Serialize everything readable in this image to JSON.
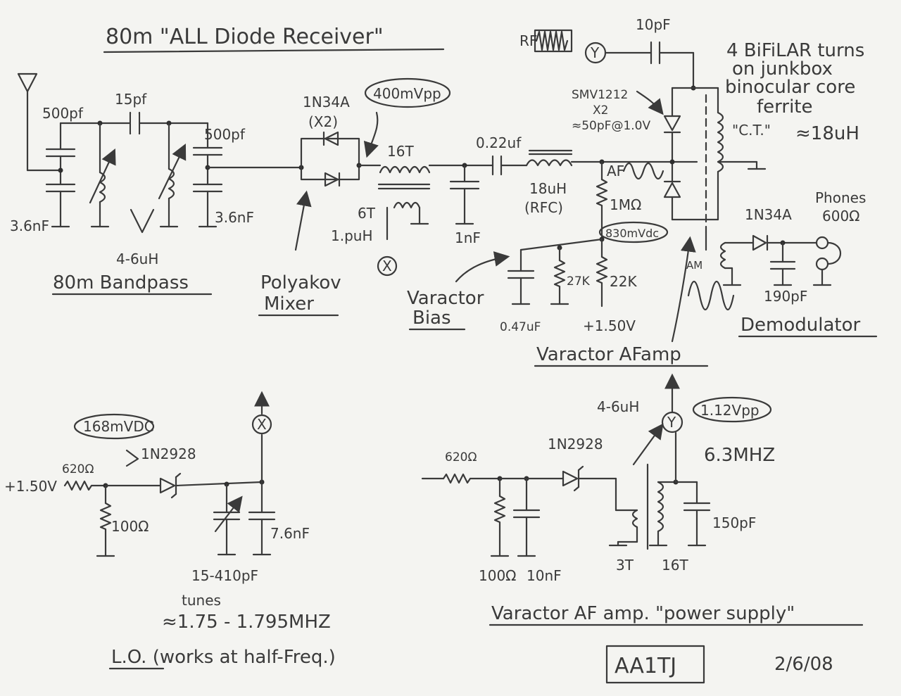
{
  "title": "80m \"ALL Diode Receiver\"",
  "callsign": "AA1TJ",
  "date": "2/6/08",
  "blocks": {
    "bandpass": "80m Bandpass",
    "mixer_l1": "Polyakov",
    "mixer_l2": "Mixer",
    "bias_l1": "Varactor",
    "bias_l2": "Bias",
    "afamp": "Varactor AFamp",
    "demod": "Demodulator",
    "lo": "L.O. (works at half-Freq.)",
    "psu": "Varactor AF amp. \"power supply\""
  },
  "notes": {
    "bifilar_l1": "4 BiFiLAR turns",
    "bifilar_l2": "on junkbox",
    "bifilar_l3": "binocular core",
    "bifilar_l4": "ferrite",
    "bifilar_val": "≈18uH",
    "ct": "\"C.T.\"",
    "rf": "RF",
    "af": "AF",
    "am": "AM",
    "tunes_l1": "tunes",
    "tunes_l2": "≈1.75 - 1.795MHZ",
    "freq": "6.3MHZ"
  },
  "labels": {
    "c500a": "500pf",
    "c15": "15pf",
    "c500b": "500pf",
    "c36a": "3.6nF",
    "c36b": "3.6nF",
    "l_bp": "4-6uH",
    "d_mix": "1N34A",
    "d_mix_x2": "(X2)",
    "lvl400": "400mVpp",
    "l16t": "16T",
    "l6t": "6T",
    "l1uh": "1.puH",
    "c1nf": "1nF",
    "c022": "0.22uf",
    "rfc_v": "18uH",
    "rfc": "(RFC)",
    "c10": "10pF",
    "varactor_l1": "SMV1212",
    "varactor_l2": "X2",
    "varactor_l3": "≈50pF@1.0V",
    "r1m": "1MΩ",
    "v830": "830mVdc",
    "c047": "0.47uF",
    "r27k": "27K",
    "r22k": "22K",
    "v150a": "+1.50V",
    "d_demod": "1N34A",
    "phones_l1": "Phones",
    "phones_l2": "600Ω",
    "c190": "190pF",
    "lvl168": "168mVDC",
    "d_lo": "1N2928",
    "r620a": "620Ω",
    "v150b": "+1.50V",
    "r100a": "100Ω",
    "cvar": "15-410pF",
    "c76": "7.6nF",
    "node_x": "X",
    "node_y": "Y",
    "lvl112": "1.12Vpp",
    "l_psu": "4-6uH",
    "d_psu": "1N2928",
    "r620b": "620Ω",
    "r100b": "100Ω",
    "c10nf": "10nF",
    "t3": "3T",
    "t16": "16T",
    "c150": "150pF"
  }
}
